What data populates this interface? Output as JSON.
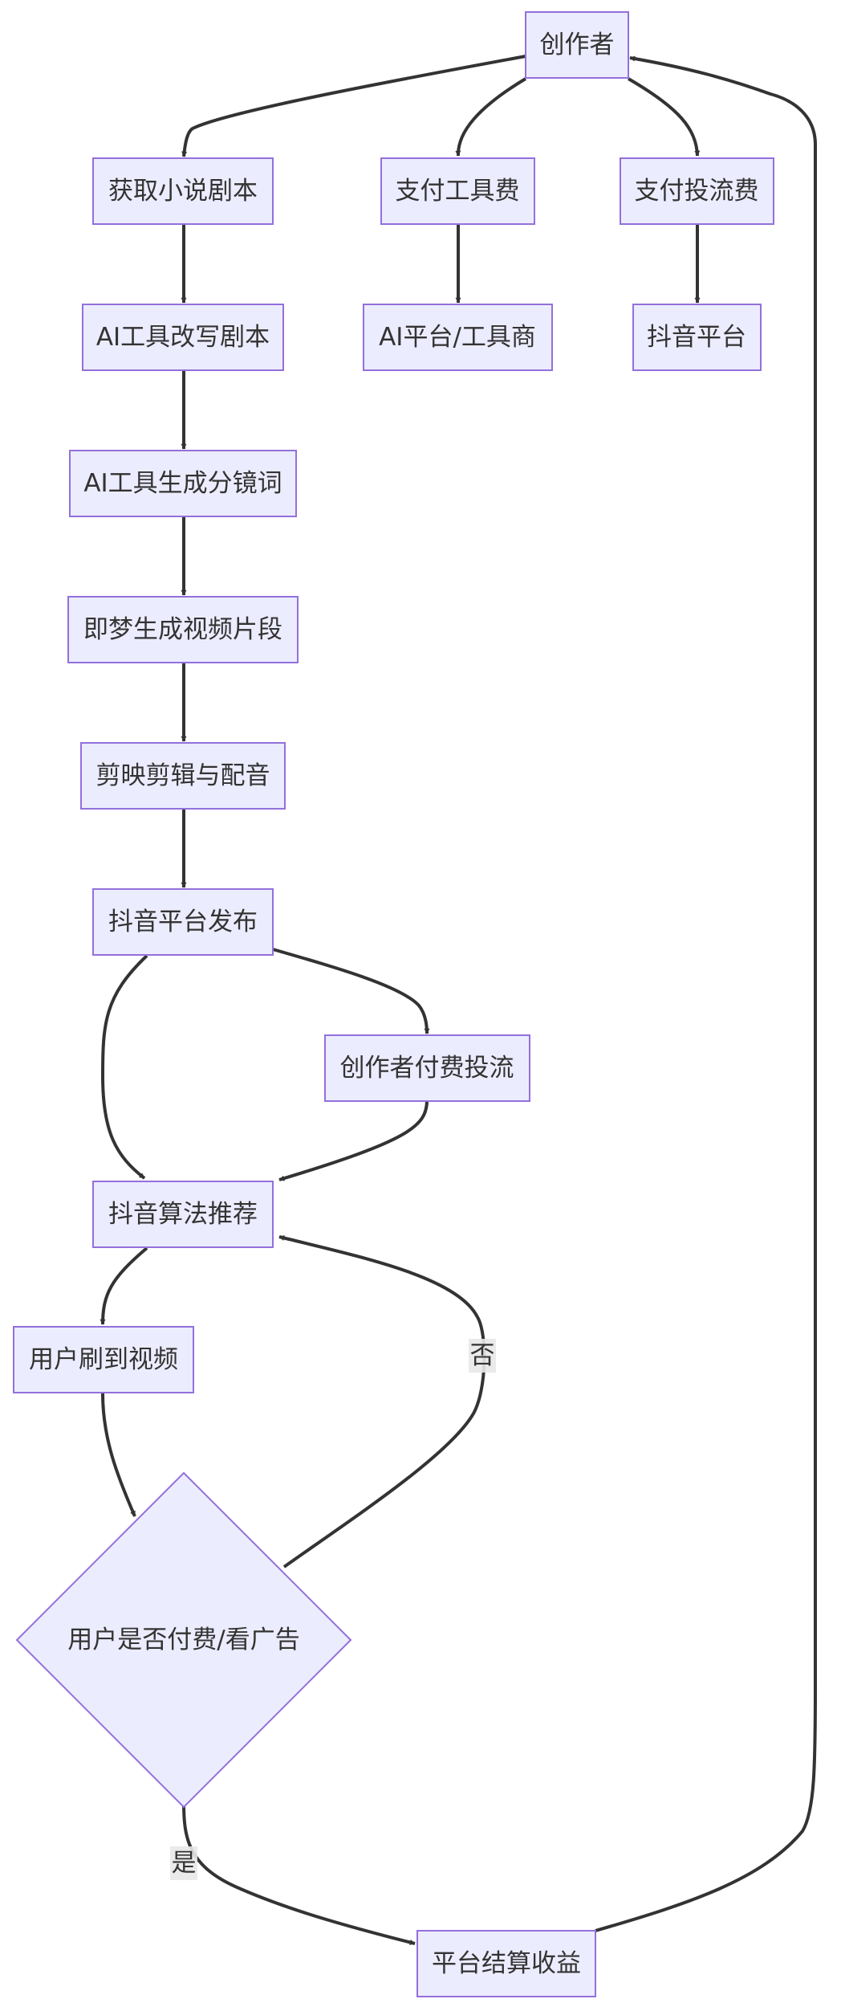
{
  "nodes": {
    "creator": "创作者",
    "get_script": "获取小说剧本",
    "pay_tool": "支付工具费",
    "pay_promo": "支付投流费",
    "ai_rewrite": "AI工具改写剧本",
    "ai_platform": "AI平台/工具商",
    "douyin_platform": "抖音平台",
    "ai_storyboard": "AI工具生成分镜词",
    "jimeng_video": "即梦生成视频片段",
    "jianying_edit": "剪映剪辑与配音",
    "douyin_publish": "抖音平台发布",
    "creator_paid_promo": "创作者付费投流",
    "douyin_algo": "抖音算法推荐",
    "user_sees": "用户刷到视频",
    "decision": "用户是否付费/看广告",
    "settlement": "平台结算收益"
  },
  "edge_labels": {
    "no": "否",
    "yes": "是"
  },
  "colors": {
    "node_fill": "#ECECFF",
    "node_stroke": "#9370DB",
    "edge": "#333333",
    "text": "#333333"
  }
}
